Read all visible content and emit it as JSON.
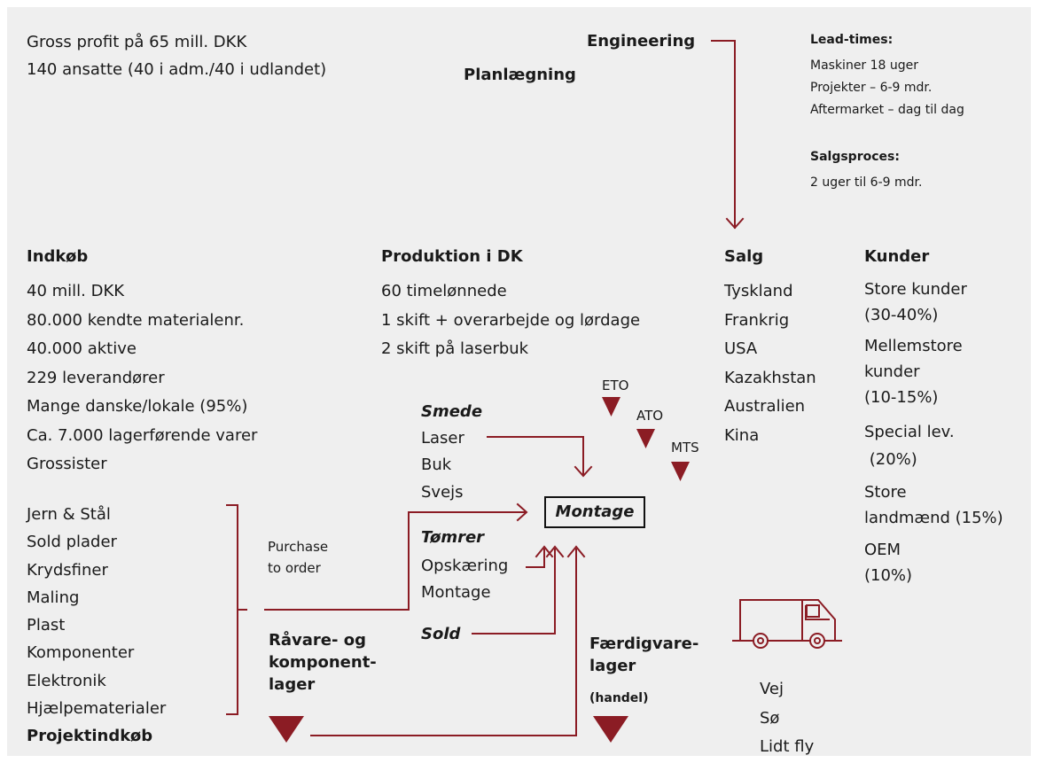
{
  "colors": {
    "accent": "#8b1c24",
    "text": "#1a1a1a",
    "background": "#efefef"
  },
  "top_left": [
    "Gross profit på 65 mill. DKK",
    "140 ansatte (40 i adm./40 i udlandet)"
  ],
  "engineering": "Engineering",
  "planlaegning": "Planlægning",
  "lead_times": {
    "heading": "Lead-times:",
    "items": [
      "Maskiner 18 uger",
      "Projekter – 6-9 mdr.",
      "Aftermarket – dag til dag"
    ]
  },
  "salgsproces": {
    "heading": "Salgsproces:",
    "text": "2 uger til 6-9 mdr."
  },
  "indkob": {
    "heading": "Indkøb",
    "items": [
      "40 mill. DKK",
      "80.000 kendte materialenr.",
      "40.000 aktive",
      "229 leverandører",
      "Mange danske/lokale (95%)",
      "Ca. 7.000 lagerførende varer",
      "Grossister"
    ]
  },
  "produktion": {
    "heading": "Produktion i DK",
    "items": [
      "60 timelønnede",
      "1 skift + overarbejde og lørdage",
      "2 skift på laserbuk"
    ]
  },
  "salg": {
    "heading": "Salg",
    "items": [
      "Tyskland",
      "Frankrig",
      "USA",
      "Kazakhstan",
      "Australien",
      "Kina"
    ]
  },
  "kunder": {
    "heading": "Kunder",
    "items": [
      {
        "line1": "Store kunder",
        "line2": "(30-40%)"
      },
      {
        "line1": "Mellemstore",
        "line2": "kunder",
        "line3": "(10-15%)"
      },
      {
        "line1": "Special lev.",
        "line2": " (20%)"
      },
      {
        "line1": "Store",
        "line2": "landmænd (15%)"
      },
      {
        "line1": "OEM",
        "line2": "(10%)"
      }
    ]
  },
  "order_types": [
    "ETO",
    "ATO",
    "MTS"
  ],
  "materials": [
    "Jern & Stål",
    "Sold plader",
    "Krydsfiner",
    "Maling",
    "Plast",
    "Komponenter",
    "Elektronik",
    "Hjælpematerialer"
  ],
  "projektindkob": "Projektindkøb",
  "purchase_to_order": [
    "Purchase",
    "to order"
  ],
  "smede": {
    "heading": "Smede",
    "items": [
      "Laser",
      "Buk",
      "Svejs"
    ]
  },
  "tomrer": {
    "heading": "Tømrer",
    "items": [
      "Opskæring",
      "Montage"
    ]
  },
  "sold": "Sold",
  "montage": "Montage",
  "ravarelager": [
    "Råvare- og",
    "komponent-",
    "lager"
  ],
  "faerdigvarelager": [
    "Færdigvare-",
    "lager"
  ],
  "handel": "(handel)",
  "transport": [
    "Vej",
    "Sø",
    "Lidt fly"
  ]
}
